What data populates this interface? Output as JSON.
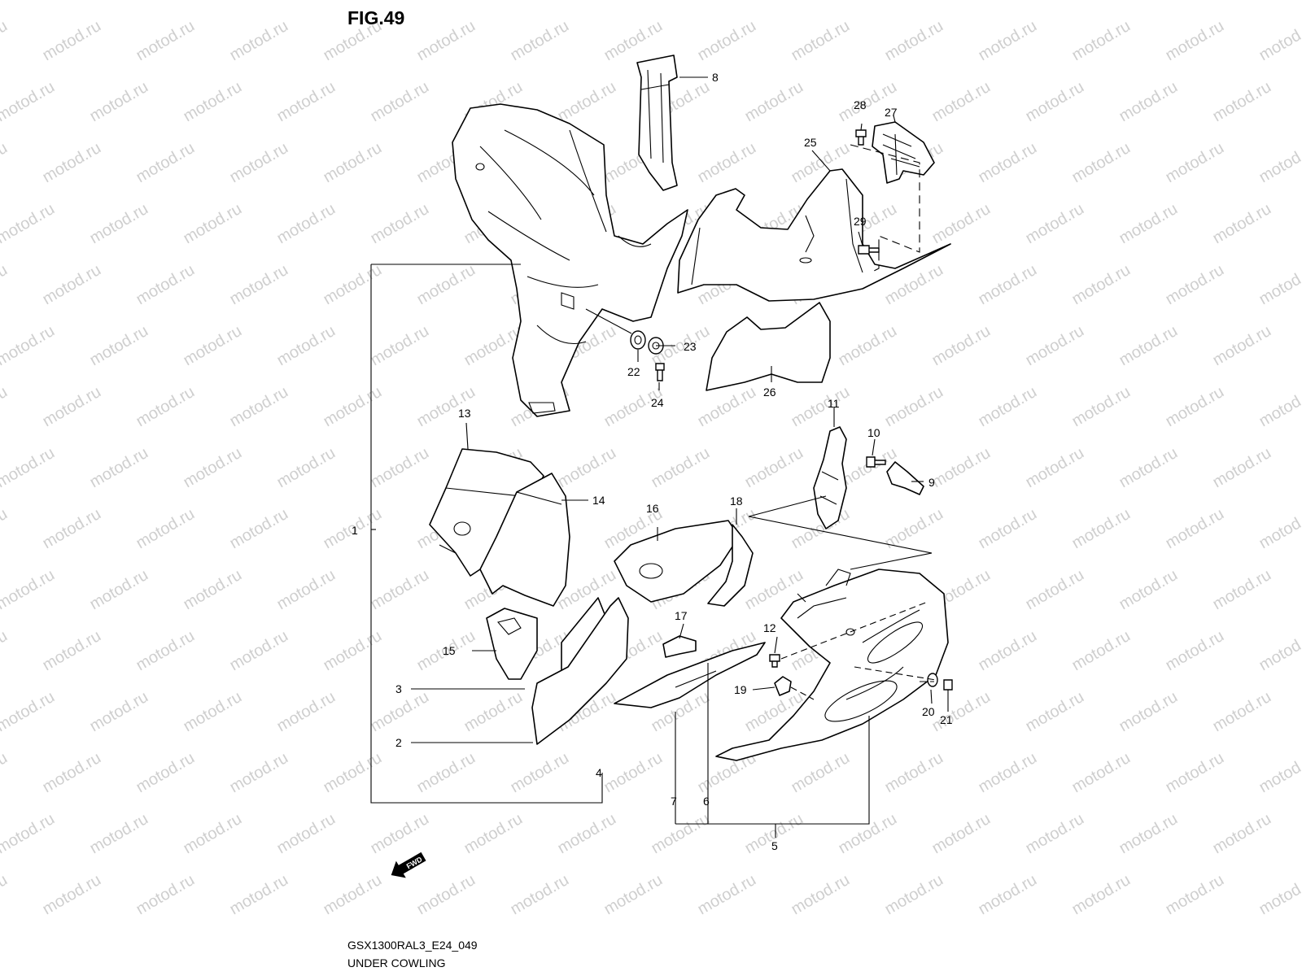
{
  "figure_title": "FIG.49",
  "watermark": "motod.ru",
  "fwd_label": "FWD",
  "footer": {
    "code": "GSX1300RAL3_E24_049",
    "name": "UNDER COWLING"
  },
  "part_numbers": [
    "1",
    "2",
    "3",
    "4",
    "5",
    "6",
    "7",
    "8",
    "9",
    "10",
    "11",
    "12",
    "13",
    "14",
    "15",
    "16",
    "17",
    "18",
    "19",
    "20",
    "21",
    "22",
    "23",
    "24",
    "25",
    "26",
    "27",
    "28",
    "29"
  ]
}
